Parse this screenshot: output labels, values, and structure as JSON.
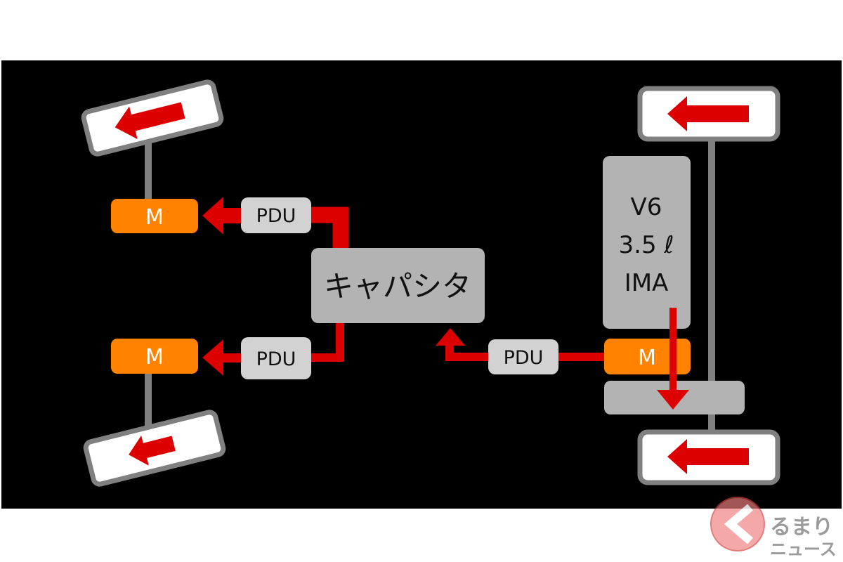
{
  "diagram": {
    "title": "Hybrid drivetrain layout",
    "colors": {
      "background": "#000000",
      "page": "#ffffff",
      "flow": "#dd0000",
      "motor": "#ff8200",
      "component": "#b3b3b3",
      "pdu": "#d2d2d2",
      "wheel_fill": "#ffffff",
      "wheel_border": "#808080",
      "axle": "#808080"
    },
    "capacitor": {
      "label": "キャパシタ"
    },
    "engine": {
      "lines": [
        "V6",
        "3.5 ℓ",
        "IMA"
      ]
    },
    "motors": [
      {
        "id": "front-left-motor",
        "label": "M"
      },
      {
        "id": "rear-left-motor",
        "label": "M"
      },
      {
        "id": "engine-motor",
        "label": "M"
      }
    ],
    "pdus": [
      {
        "id": "pdu-upper-left",
        "label": "PDU"
      },
      {
        "id": "pdu-lower-left",
        "label": "PDU"
      },
      {
        "id": "pdu-right",
        "label": "PDU"
      }
    ],
    "wheels": [
      {
        "id": "wheel-left-top",
        "direction": "left"
      },
      {
        "id": "wheel-left-bottom",
        "direction": "left"
      },
      {
        "id": "wheel-right-top",
        "direction": "left"
      },
      {
        "id": "wheel-right-bottom",
        "direction": "left"
      }
    ],
    "transmission": {
      "label": ""
    }
  },
  "watermark": {
    "line1": "るまり",
    "line2": "ニュース"
  }
}
